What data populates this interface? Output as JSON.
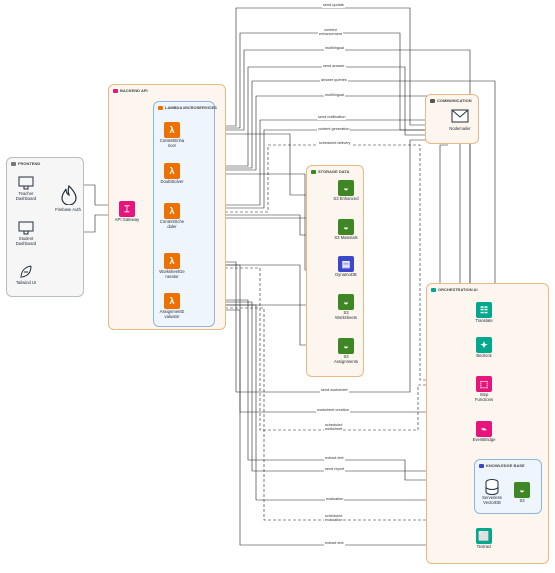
{
  "groups": {
    "frontend": "FRONTEND",
    "backend_api": "BACKEND API",
    "lambda": "LAMBDA MICROSERVICES",
    "storage": "STORAGE DATA",
    "communication": "COMMUNICATION",
    "orchestration": "ORCHESTRATION AI",
    "knowledge_base": "KNOWLEDGE BASE"
  },
  "frontend": {
    "teacher": "Teacher\nDashboard",
    "student": "Student\nDashboard",
    "auth": "Firebase Auth",
    "tailwind": "Tailwind UI"
  },
  "backend": {
    "gateway": "API Gateway"
  },
  "lambdas": {
    "content_enhancer": "ContentEnha\nncer",
    "doubt_solver": "DoubtSolver",
    "content_scheduler": "ContentSche\nduler",
    "worksheet_generator": "WorksheetGe\nnerator",
    "assignment_evaluator": "AssignmentE\nvaluator"
  },
  "storage": {
    "s3_enhanced": "S3 Enhanced",
    "s3_materials": "S3 Materials",
    "dynamodb": "DynamoDB",
    "s3_worksheets": "S3\nWorksheets",
    "s3_assignments": "S3\nAssignments"
  },
  "communication": {
    "nodemailer": "Nodemailer"
  },
  "orchestration": {
    "translate": "Translate",
    "bedrock": "Bedrock",
    "step_functions": "Step\nFunctions",
    "eventbridge": "EventBridge",
    "serverless_vectordb": "Serverless\nVectorDB",
    "kb_s3": "S3",
    "textract": "Textract"
  },
  "edges": {
    "send_update": "send update",
    "content_enhancement": "content\nenhancement",
    "multilingual_1": "multilingual",
    "send_answer": "send answer",
    "answer_queries": "answer queries",
    "multilingual_2": "multilingual",
    "send_notification": "send notification",
    "content_generation": "content generation",
    "scheduled_delivery": "scheduled delivery",
    "send_worksheet": "send worksheet",
    "worksheet_creation": "worksheet creation",
    "scheduled_worksheet": "scheduled\nworksheet",
    "extract_text_1": "extract text",
    "send_report": "send report",
    "evaluation": "evaluation",
    "scheduled_evaluation": "scheduled\nevaluation",
    "extract_text_2": "extract text"
  },
  "colors": {
    "lambda": "#ed7100",
    "storage": "#3f8624",
    "dynamodb": "#3b48cc",
    "gateway": "#e7157b",
    "ai": "#01a88d",
    "step_functions": "#e7157b",
    "nodemailer": "#232f3e"
  }
}
